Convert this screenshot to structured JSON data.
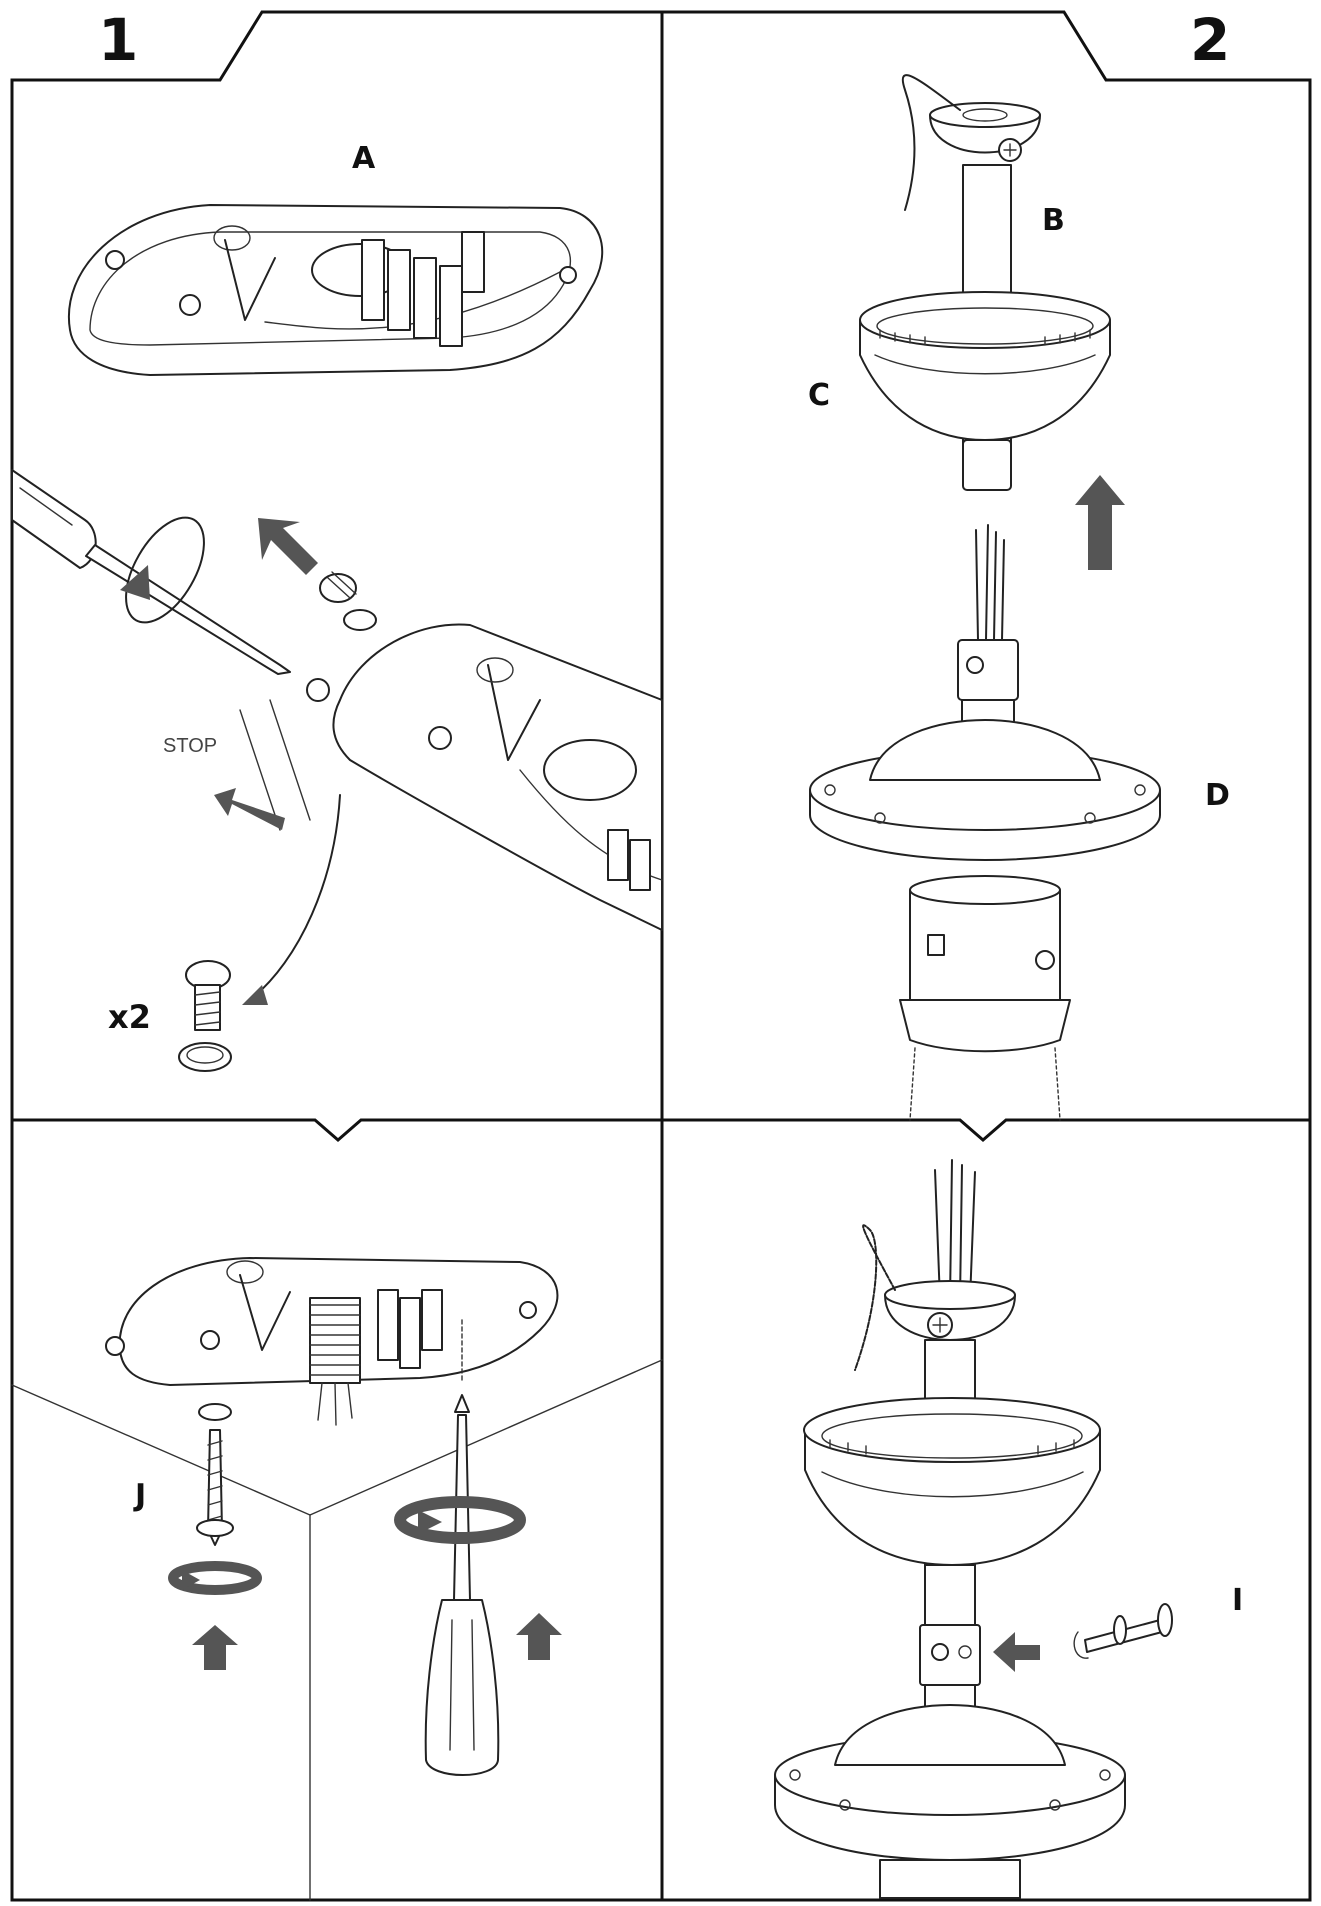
{
  "steps": {
    "step1": "1",
    "step2": "2"
  },
  "labels": {
    "A": "A",
    "B": "B",
    "C": "C",
    "D": "D",
    "I": "I",
    "J": "J",
    "stop": "STOP",
    "qty": "x2"
  },
  "colors": {
    "line": "#222222",
    "arrow": "#555555",
    "background": "#ffffff"
  }
}
